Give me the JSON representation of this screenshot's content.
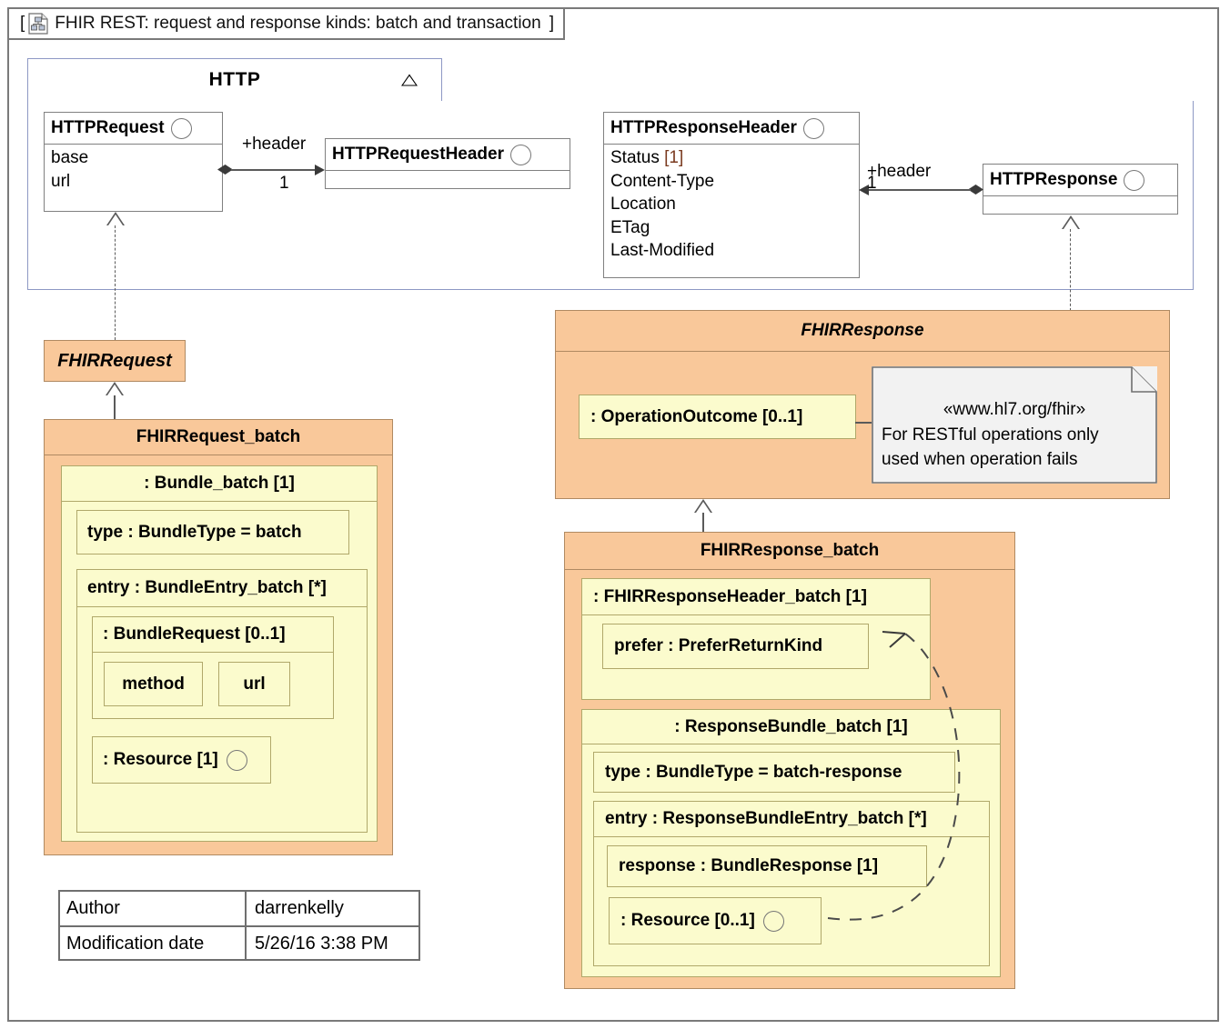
{
  "diagram": {
    "title": "FHIR REST: request and response kinds: batch and transaction",
    "title_icon": "class-diagram-icon",
    "open_bracket": "[",
    "close_bracket": "]"
  },
  "package": {
    "name": "HTTP",
    "collapse_icon": "triangle-icon",
    "classes": [
      {
        "name": "HTTPRequest",
        "interface_marker": "circle-icon",
        "attributes": [
          "base",
          "url"
        ]
      },
      {
        "name": "HTTPRequestHeader",
        "interface_marker": "circle-icon",
        "attributes": []
      },
      {
        "name": "HTTPResponseHeader",
        "interface_marker": "circle-icon",
        "attributes": [
          "Status [1]",
          "Content-Type",
          "Location",
          "ETag",
          "Last-Modified"
        ],
        "attributes_split": [
          {
            "text": "Status",
            "mult": " [1]"
          },
          {
            "text": "Content-Type",
            "mult": ""
          },
          {
            "text": "Location",
            "mult": ""
          },
          {
            "text": "ETag",
            "mult": ""
          },
          {
            "text": "Last-Modified",
            "mult": ""
          }
        ]
      },
      {
        "name": "HTTPResponse",
        "interface_marker": "circle-icon",
        "attributes": []
      }
    ],
    "associations": [
      {
        "role": "+header",
        "multiplicity": "1",
        "from": "HTTPRequest",
        "to": "HTTPRequestHeader"
      },
      {
        "role": "+header",
        "multiplicity": "1",
        "from": "HTTPResponse",
        "to": "HTTPResponseHeader"
      }
    ]
  },
  "request_side": {
    "abstract_class": "FHIRRequest",
    "batch_class": "FHIRRequest_batch",
    "bundle": {
      "title": ": Bundle_batch [1]",
      "type_property": "type : BundleType = batch",
      "entry_property": "entry : BundleEntry_batch [*]",
      "bundle_request": {
        "title": ": BundleRequest [0..1]",
        "fields": [
          "method",
          "url"
        ]
      },
      "resource": ": Resource [1]",
      "resource_marker": "circle-icon"
    }
  },
  "response_side": {
    "abstract_class": "FHIRResponse",
    "operation_outcome": ": OperationOutcome [0..1]",
    "note": {
      "stereotype": "«www.hl7.org/fhir»",
      "line1": "For RESTful operations only",
      "line2": "used when operation fails"
    },
    "batch_class": "FHIRResponse_batch",
    "header": {
      "title": ": FHIRResponseHeader_batch [1]",
      "prefer": "prefer : PreferReturnKind"
    },
    "bundle": {
      "title": ": ResponseBundle_batch [1]",
      "type_property": "type : BundleType = batch-response",
      "entry_property": "entry : ResponseBundleEntry_batch [*]",
      "response_property": "response : BundleResponse [1]",
      "resource": ": Resource [0..1]",
      "resource_marker": "circle-icon"
    }
  },
  "meta_table": {
    "rows": [
      {
        "label": "Author",
        "value": "darrenkelly"
      },
      {
        "label": "Modification date",
        "value": "5/26/16 3:38 PM"
      }
    ]
  },
  "colors": {
    "orange_fill": "#f9c89a",
    "orange_border": "#b08a62",
    "yellow_fill": "#fbfbcd",
    "yellow_border": "#b0a86a",
    "package_border": "#8d98c4",
    "note_fill": "#f2f2f2",
    "edge": "#5a5a5a",
    "multiplicity_text": "#7a3b20"
  }
}
